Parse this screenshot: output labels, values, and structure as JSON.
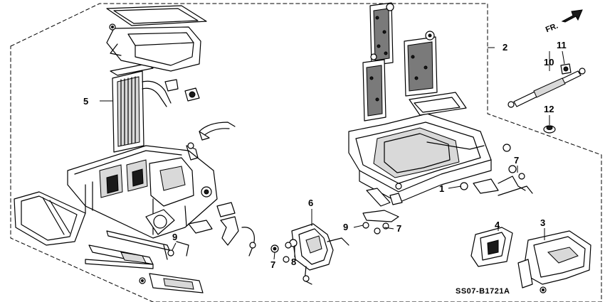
{
  "callouts": {
    "c1": "1",
    "c2": "2",
    "c3": "3",
    "c4": "4",
    "c5": "5",
    "c6": "6",
    "c7a": "7",
    "c7b": "7",
    "c7c": "7",
    "c8": "8",
    "c9a": "9",
    "c9b": "9",
    "c10": "10",
    "c11": "11",
    "c12": "12"
  },
  "direction_label": "FR.",
  "diagram_code": "SS07-B1721A"
}
